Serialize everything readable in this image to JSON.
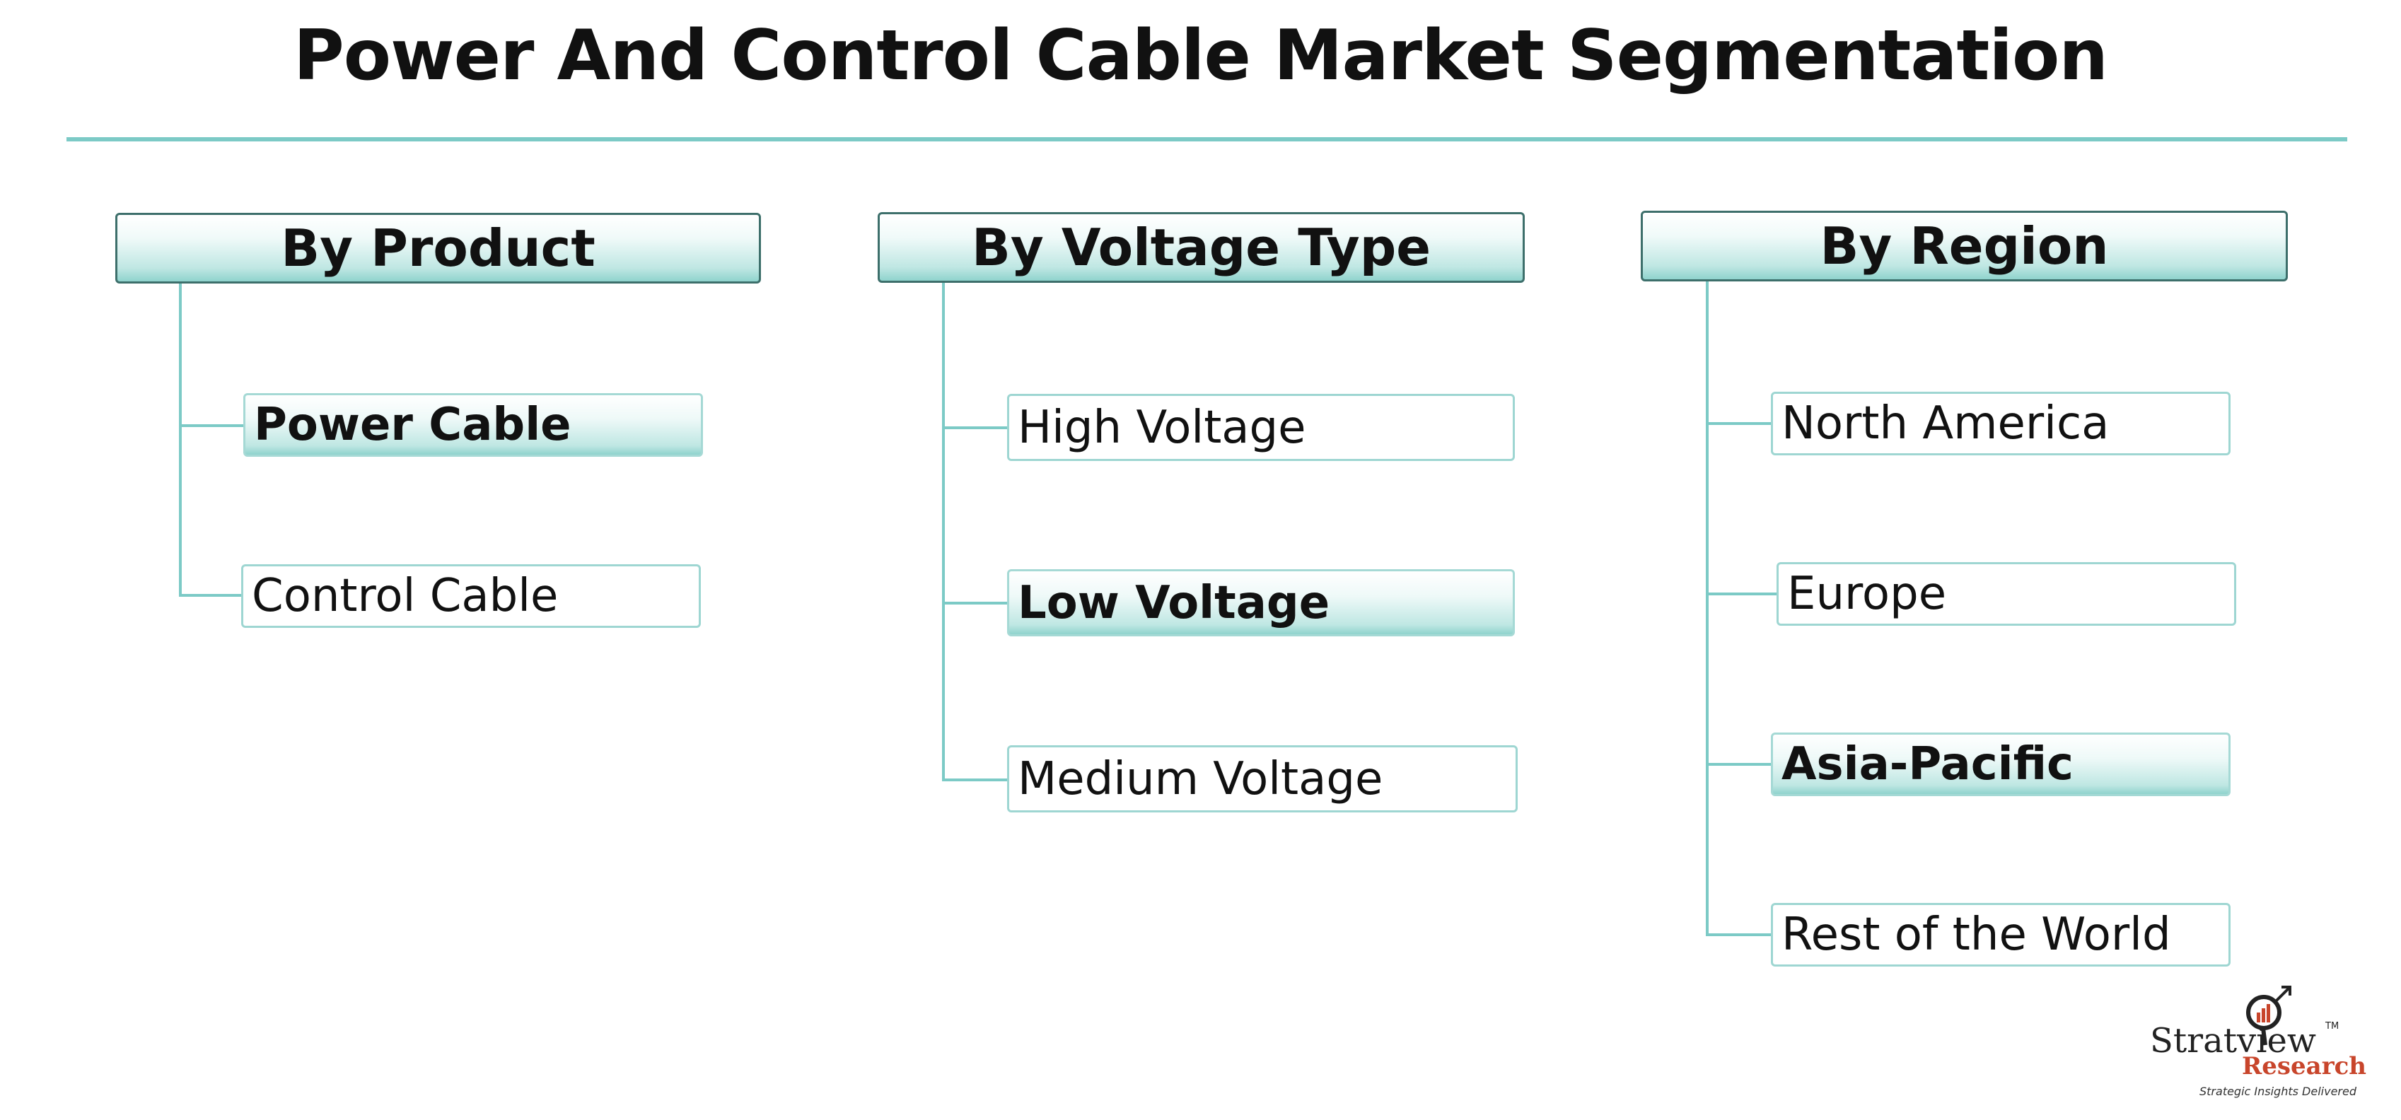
{
  "title": "Power And Control Cable Market Segmentation",
  "colors": {
    "accent": "#7ccac6",
    "header_border": "#3d6f6b",
    "logo_red": "#c8452b"
  },
  "columns": [
    {
      "header": "By Product",
      "items": [
        {
          "label": "Power Cable",
          "highlighted": true
        },
        {
          "label": "Control Cable",
          "highlighted": false
        }
      ]
    },
    {
      "header": "By Voltage Type",
      "items": [
        {
          "label": "High Voltage",
          "highlighted": false
        },
        {
          "label": "Low Voltage",
          "highlighted": true
        },
        {
          "label": "Medium Voltage",
          "highlighted": false
        }
      ]
    },
    {
      "header": "By Region",
      "items": [
        {
          "label": "North America",
          "highlighted": false
        },
        {
          "label": "Europe",
          "highlighted": false
        },
        {
          "label": "Asia-Pacific",
          "highlighted": true
        },
        {
          "label": "Rest of the World",
          "highlighted": false
        }
      ]
    }
  ],
  "logo": {
    "name": "Stratview",
    "tm": "TM",
    "sub": "Research",
    "tagline": "Strategic Insights Delivered",
    "icon": "magnifier-chart-icon"
  }
}
